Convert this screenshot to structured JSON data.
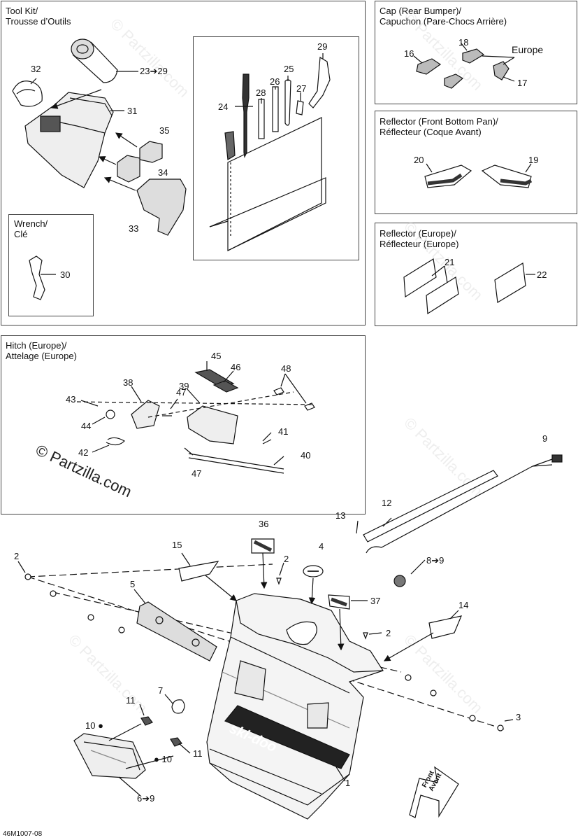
{
  "boxes": {
    "tool_kit": {
      "title1": "Tool Kit/",
      "title2": "Trousse d’Outils"
    },
    "wrench": {
      "title1": "Wrench/",
      "title2": "Clé"
    },
    "cap": {
      "title1": "Cap (Rear Bumper)/",
      "title2": "Capuchon (Pare-Chocs Arrière)"
    },
    "reflector_front": {
      "title1": "Reflector (Front Bottom Pan)/",
      "title2": "Réflecteur (Coque Avant)"
    },
    "reflector_europe": {
      "title1": "Reflector (Europe)/",
      "title2": "Réflecteur (Europe)"
    },
    "hitch": {
      "title1": "Hitch (Europe)/",
      "title2": "Attelage (Europe)"
    }
  },
  "europe_label": "Europe",
  "callouts": {
    "c32": "32",
    "c23_29": "23➔29",
    "c31": "31",
    "c35": "35",
    "c34": "34",
    "c33": "33",
    "c29": "29",
    "c25": "25",
    "c26": "26",
    "c27": "27",
    "c28": "28",
    "c24": "24",
    "c30": "30",
    "c18": "18",
    "c16": "16",
    "c17": "17",
    "c20": "20",
    "c19": "19",
    "c21": "21",
    "c22": "22",
    "c45": "45",
    "c46": "46",
    "c48": "48",
    "c38": "38",
    "c47a": "47",
    "c39": "39",
    "c43": "43",
    "c44": "44",
    "c41": "41",
    "c42": "42",
    "c40": "40",
    "c47b": "47",
    "c9": "9",
    "c12": "12",
    "c13": "13",
    "c36": "36",
    "c15": "15",
    "c4": "4",
    "c2a": "2",
    "c2b": "2",
    "c2c": "2",
    "c8_9": "8➔9",
    "c5": "5",
    "c37": "37",
    "c14": "14",
    "c3": "3",
    "c7": "7",
    "c11a": "11",
    "c10a": "10",
    "c10b": "10",
    "c11b": "11",
    "c1": "1",
    "c6_9": "6➔9"
  },
  "copyright": "© Partzilla.com",
  "watermark": "© Partzilla.com",
  "front_label1": "Front",
  "front_label2": "Avant",
  "brand_logo": "ski-doo",
  "drawing_code": "46M1007-08"
}
